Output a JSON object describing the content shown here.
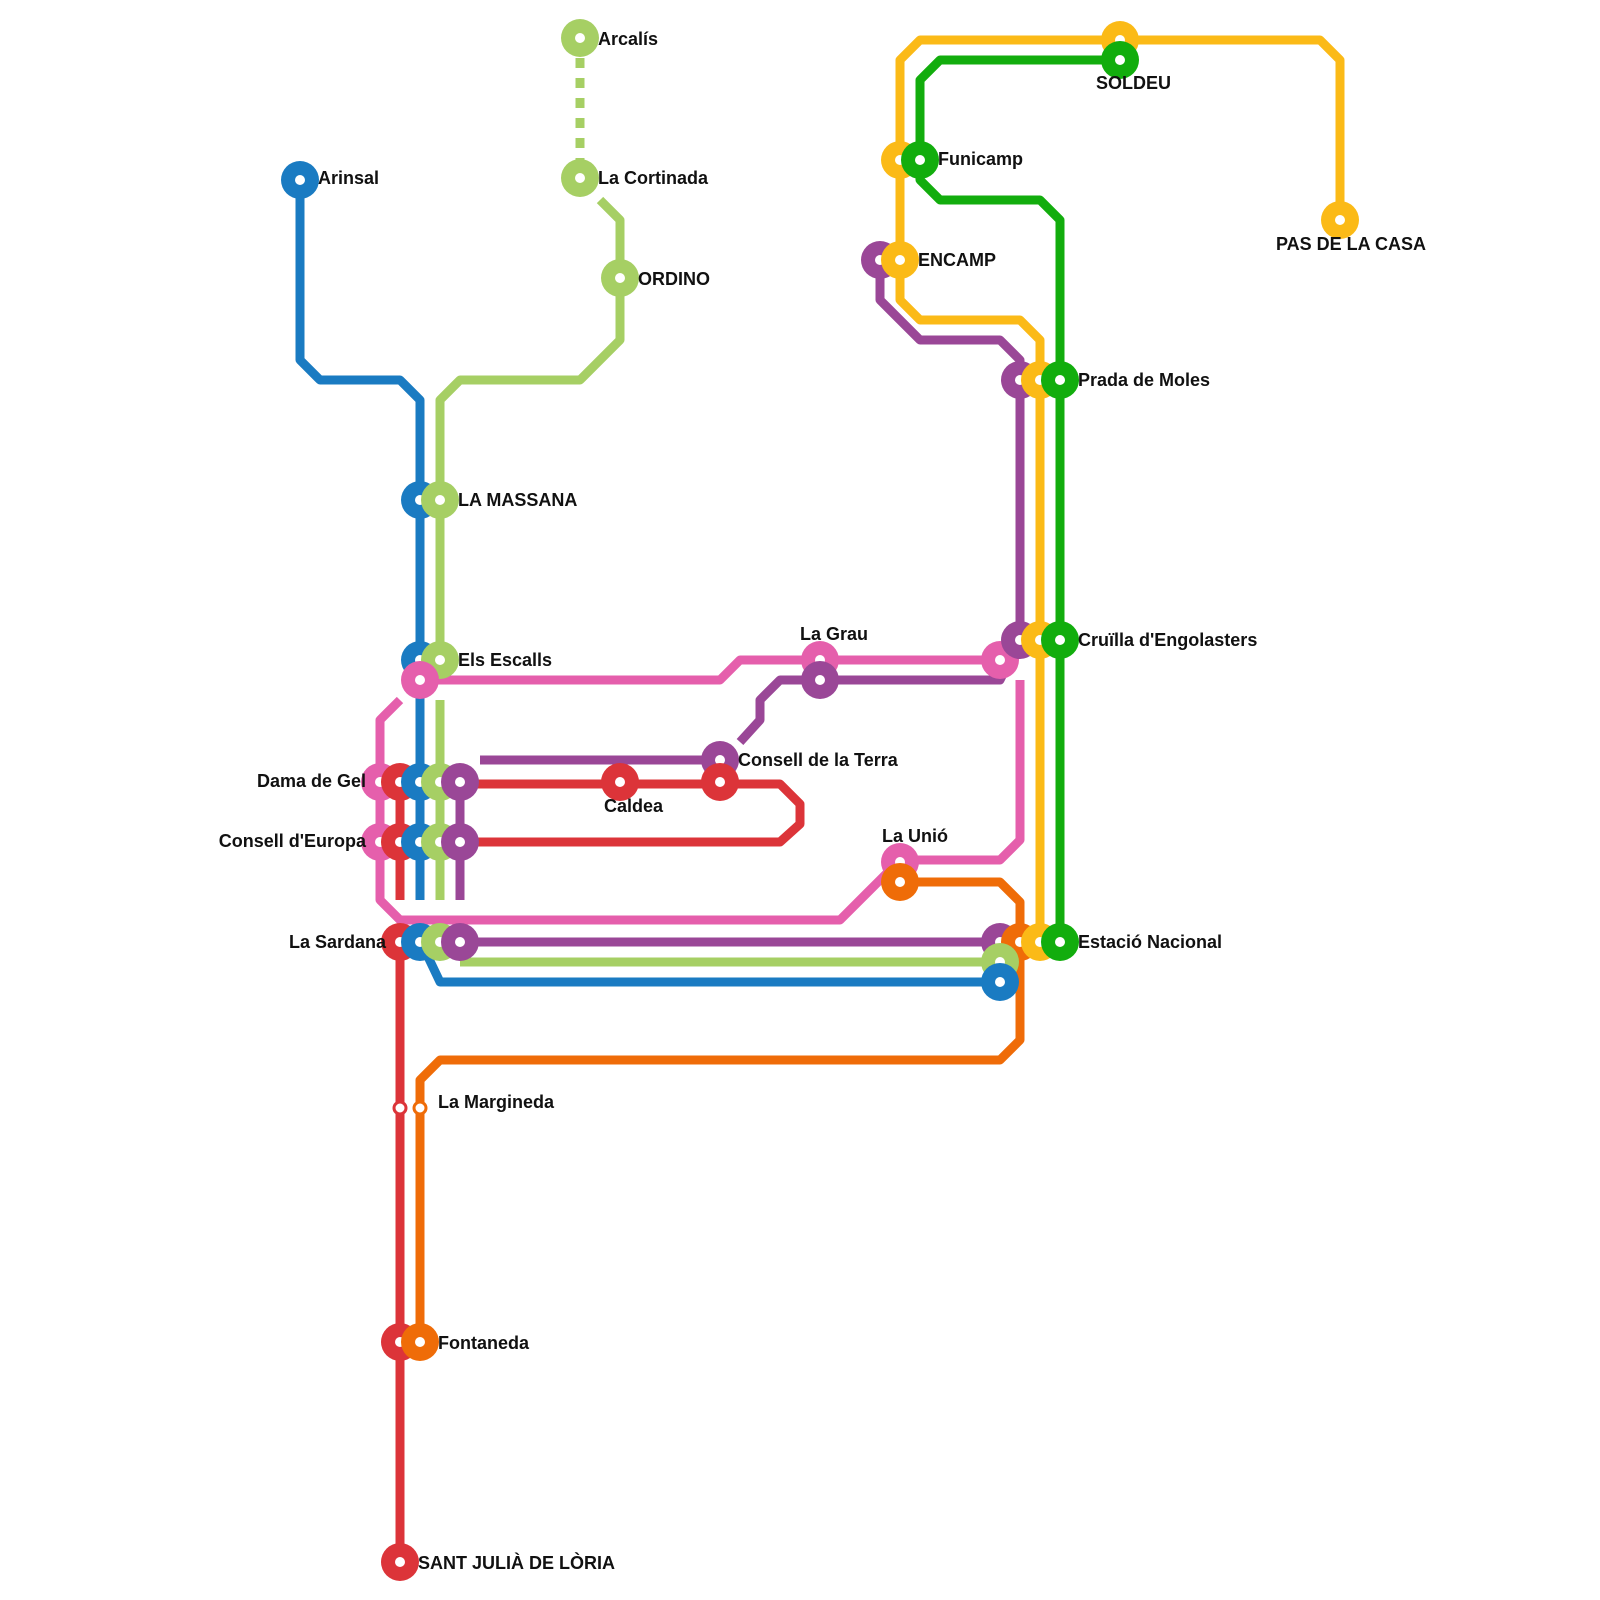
{
  "lines": [
    {
      "id": "blue",
      "color": "#1a7bc2"
    },
    {
      "id": "light-green",
      "color": "#a6cf64"
    },
    {
      "id": "pink",
      "color": "#e55fac"
    },
    {
      "id": "red",
      "color": "#dc3439"
    },
    {
      "id": "purple",
      "color": "#9a4797"
    },
    {
      "id": "yellow",
      "color": "#fbba17"
    },
    {
      "id": "green",
      "color": "#12ad0d"
    },
    {
      "id": "orange",
      "color": "#ef6c08"
    }
  ],
  "stations": {
    "arcalis": "Arcalís",
    "la_cortinada": "La Cortinada",
    "ordino": "ORDINO",
    "arinsal": "Arinsal",
    "la_massana": "LA MASSANA",
    "els_escalls": "Els Escalls",
    "la_grau": "La Grau",
    "consell_de_la_terra": "Consell de la Terra",
    "dama_de_gel": "Dama de Gel",
    "caldea": "Caldea",
    "consell_d_europa": "Consell d'Europa",
    "la_unio": "La Unió",
    "la_sardana": "La Sardana",
    "estacio_nacional": "Estació Nacional",
    "la_margineda": "La Margineda",
    "fontaneda": "Fontaneda",
    "sant_julia": "SANT JULIÀ DE LÒRIA",
    "soldeu": "SOLDEU",
    "funicamp": "Funicamp",
    "encamp": "ENCAMP",
    "pas_de_la_casa": "PAS DE LA CASA",
    "prada_de_moles": "Prada de Moles",
    "cruilla_d_engolasters": "Cruïlla d'Engolasters"
  }
}
